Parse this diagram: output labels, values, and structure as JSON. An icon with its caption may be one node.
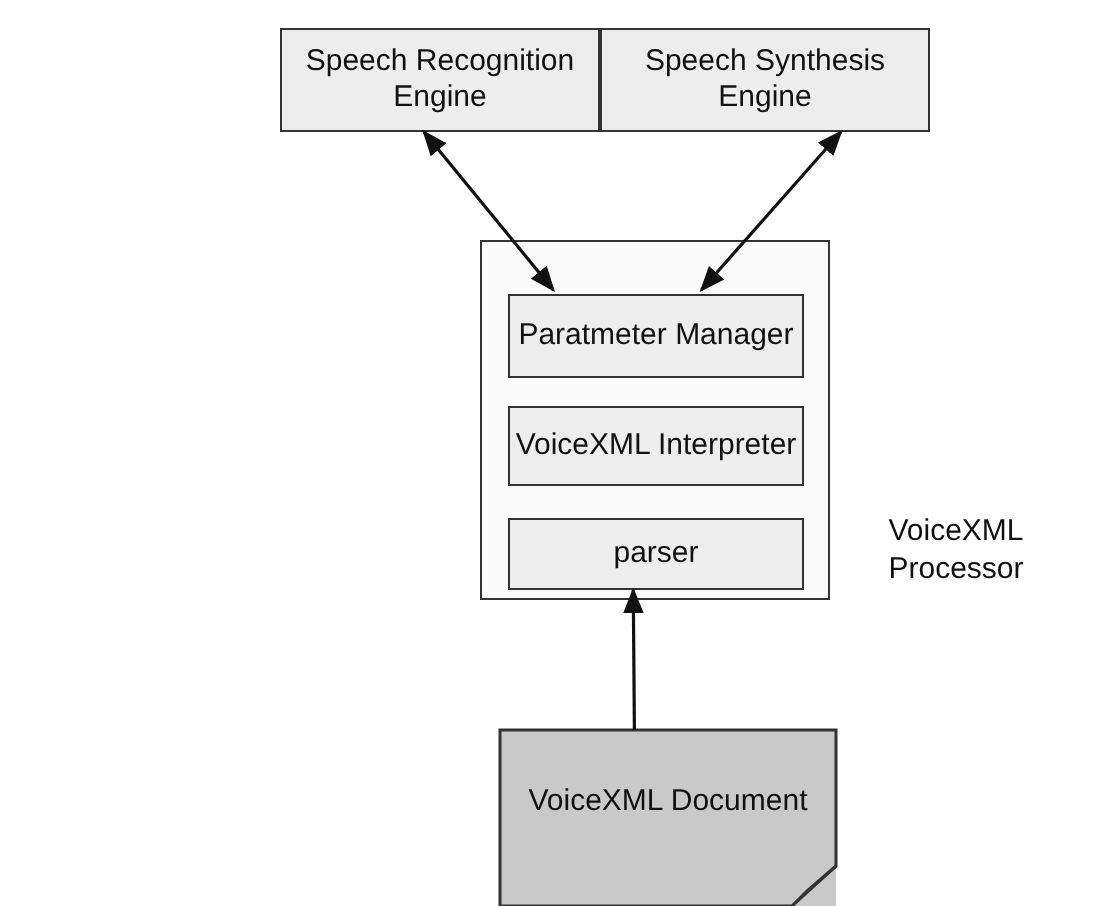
{
  "diagram": {
    "nodes": [
      {
        "text": [
          "Speech Recognition Engine"
        ]
      },
      {
        "text": [
          "Speech Synthesis Engine"
        ]
      },
      {
        "text": [],
        "shape": "box",
        "beside": [
          "VoiceXML Processor"
        ]
      },
      {
        "text": [
          "Paratmeter Manager"
        ],
        "in": 2
      },
      {
        "text": [
          "VoiceXML Interpreter"
        ],
        "in": 2
      },
      {
        "text": [
          "parser"
        ],
        "in": 2
      },
      {
        "text": [
          "VoiceXML Document"
        ]
      }
    ],
    "edges": [
      {
        "from": 0,
        "to": 3,
        "arrow": "both"
      },
      {
        "from": 1,
        "to": 3,
        "arrow": "both"
      },
      {
        "from": 6,
        "to": 5,
        "arrow": "to"
      }
    ]
  }
}
